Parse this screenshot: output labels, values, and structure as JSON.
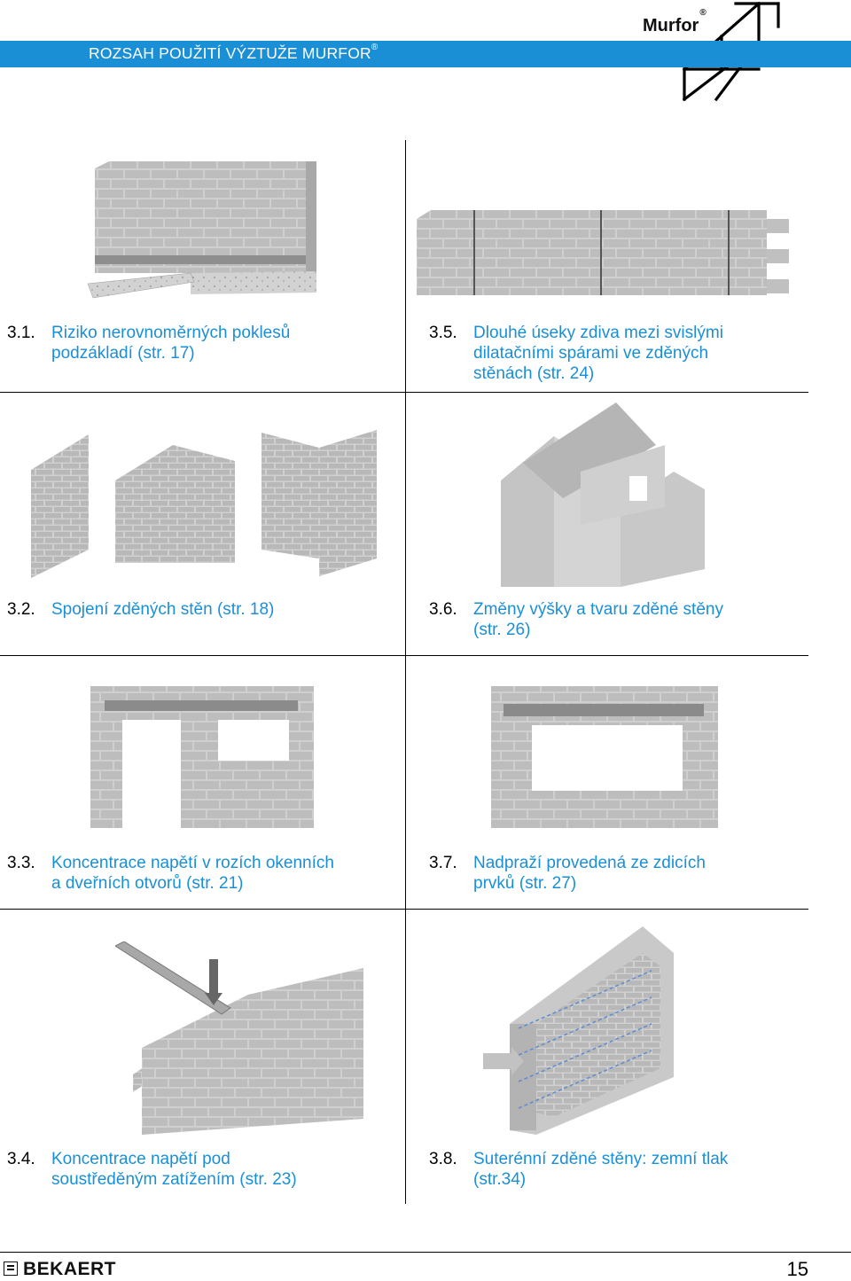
{
  "header": {
    "title": "ROZSAH POUŽITÍ VÝZTUŽE MURFOR",
    "title_mark": "®",
    "brand": "Murfor",
    "brand_mark": "®",
    "bar_color": "#1a8fd6"
  },
  "captions": [
    {
      "num": "3.1.",
      "line1": "Riziko nerovnoměrných poklesů",
      "line2": "podzákladí (str. 17)"
    },
    {
      "num": "3.5.",
      "line1": "Dlouhé úseky zdiva mezi svislými",
      "line2": "dilatačními spárami ve zděných",
      "line3": "stěnách (str. 24)"
    },
    {
      "num": "3.2.",
      "line1": "Spojení zděných stěn (str. 18)"
    },
    {
      "num": "3.6.",
      "line1": "Změny výšky a tvaru zděné stěny",
      "line2": "(str. 26)"
    },
    {
      "num": "3.3.",
      "line1": "Koncentrace napětí v rozích okenních",
      "line2": "a dveřních otvorů (str. 21)"
    },
    {
      "num": "3.7.",
      "line1": "Nadpraží provedená ze zdicích",
      "line2": "prvků (str. 27)"
    },
    {
      "num": "3.4.",
      "line1": "Koncentrace napětí pod",
      "line2": "soustředěným zatížením (str. 23)"
    },
    {
      "num": "3.8.",
      "line1": "Suterénní zděné stěny: zemní tlak",
      "line2": "(str.34)"
    }
  ],
  "footer": {
    "company": "BEKAERT",
    "page_number": "15"
  },
  "icons": [
    "murfor-logo-icon",
    "bekaert-logo-icon"
  ]
}
